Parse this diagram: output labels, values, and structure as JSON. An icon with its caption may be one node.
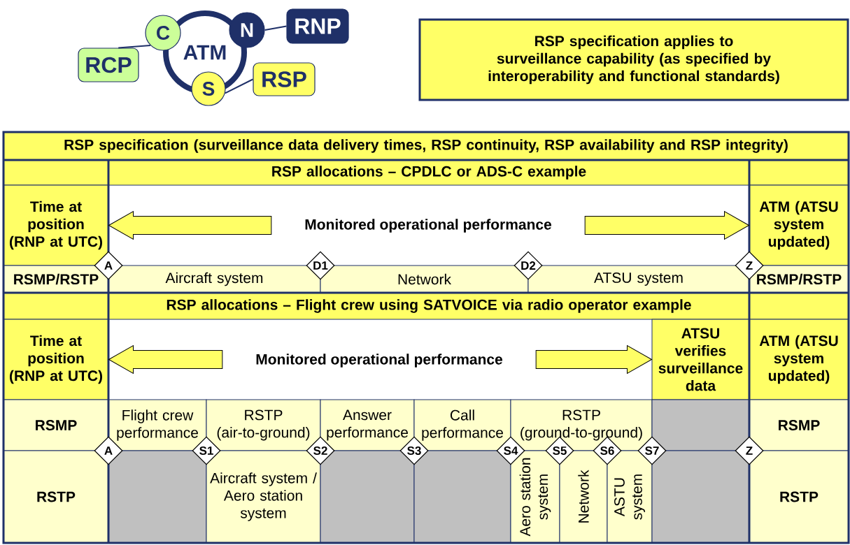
{
  "diagram": {
    "nodes": [
      {
        "text": [
          "RCP"
        ]
      },
      {
        "text": [
          "C"
        ]
      },
      {
        "text": [
          "ATM"
        ]
      },
      {
        "text": [
          "N"
        ]
      },
      {
        "text": [
          "RNP"
        ]
      },
      {
        "text": [
          "S"
        ]
      },
      {
        "text": [
          "RSP"
        ]
      },
      {
        "text": [
          "RSP specification applies to surveillance capability (as specified by interoperability and functional standards)"
        ]
      },
      {
        "text": [
          "RSP specification (surveillance data delivery times, RSP continuity, RSP availability and RSP integrity)"
        ]
      },
      {
        "text": [],
        "shape": "box"
      },
      {
        "text": [
          "RSP allocations – CPDLC or ADS-C example"
        ]
      },
      {
        "text": [],
        "shape": "box"
      },
      {
        "text": [
          "Time at position (RNP at UTC)"
        ]
      },
      {
        "text": [
          "Monitored operational performance"
        ]
      },
      {
        "text": [
          "ATM (ATSU system updated)"
        ]
      },
      {
        "text": [
          "RSMP/RSTP"
        ]
      },
      {
        "text": [
          "Aircraft system"
        ]
      },
      {
        "text": [
          "Network"
        ]
      },
      {
        "text": [
          "ATSU system"
        ]
      },
      {
        "text": [
          "RSMP/RSTP"
        ]
      },
      {
        "text": [
          "A"
        ]
      },
      {
        "text": [
          "D1"
        ]
      },
      {
        "text": [
          "D2"
        ]
      },
      {
        "text": [
          "Z"
        ]
      },
      {
        "text": [],
        "shape": "box"
      },
      {
        "text": [
          "RSP allocations – Flight crew using SATVOICE via radio operator example"
        ]
      },
      {
        "text": [],
        "shape": "box"
      },
      {
        "text": [
          "Time at position (RNP at UTC)"
        ]
      },
      {
        "text": [
          "Monitored operational performance"
        ]
      },
      {
        "text": [
          "ATSU verifies surveillance data"
        ]
      },
      {
        "text": [
          "ATM (ATSU system updated)"
        ]
      },
      {
        "text": [
          "RSMP"
        ]
      },
      {
        "text": [
          "Flight crew performance"
        ]
      },
      {
        "text": [
          "RSTP (air-to-ground)"
        ]
      },
      {
        "text": [
          "Answer performance"
        ]
      },
      {
        "text": [
          "Call performance"
        ]
      },
      {
        "text": [
          "RSTP (ground-to-ground)"
        ]
      },
      {
        "text": [],
        "shape": "box"
      },
      {
        "text": [
          "RSMP"
        ]
      },
      {
        "text": [
          "RSTP"
        ]
      },
      {
        "text": [],
        "shape": "box"
      },
      {
        "text": [
          "Aircraft system / Aero station system"
        ]
      },
      {
        "text": [],
        "shape": "box"
      },
      {
        "text": [],
        "shape": "box"
      },
      {
        "text": [
          "Aero station system"
        ]
      },
      {
        "text": [
          "Network"
        ]
      },
      {
        "text": [
          "ASTU system"
        ]
      },
      {
        "text": [],
        "shape": "box"
      },
      {
        "text": [
          "RSTP"
        ]
      },
      {
        "text": [
          "A"
        ]
      },
      {
        "text": [
          "S1"
        ]
      },
      {
        "text": [
          "S2"
        ]
      },
      {
        "text": [
          "S3"
        ]
      },
      {
        "text": [
          "S4"
        ]
      },
      {
        "text": [
          "S5"
        ]
      },
      {
        "text": [
          "S6"
        ]
      },
      {
        "text": [
          "S7"
        ]
      },
      {
        "text": [
          "Z"
        ]
      }
    ],
    "edges": [
      {
        "from": 1,
        "to": 0,
        "arrow": "none"
      },
      {
        "from": 3,
        "to": 4,
        "arrow": "none"
      },
      {
        "from": 5,
        "to": 6,
        "arrow": "none"
      },
      {
        "from": 13,
        "to": 12,
        "arrow": "to"
      },
      {
        "from": 13,
        "to": 14,
        "arrow": "to"
      },
      {
        "from": 28,
        "to": 27,
        "arrow": "to"
      },
      {
        "from": 28,
        "to": 29,
        "arrow": "to"
      }
    ]
  }
}
